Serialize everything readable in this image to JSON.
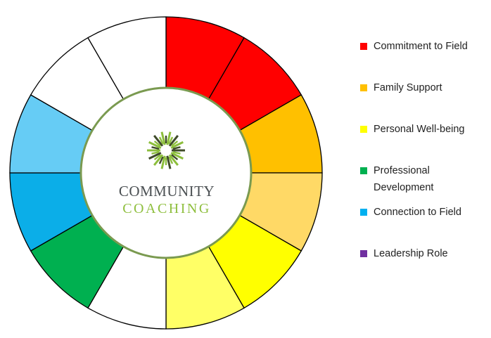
{
  "logo": {
    "line1": "COMMUNITY",
    "line2": "COACHING",
    "colors": {
      "text_dark": "#4a4f52",
      "text_green": "#8fbf3f",
      "burst_dark": "#3f4a2a",
      "burst_green": "#8cbe3c"
    }
  },
  "wheel": {
    "segments": [
      {
        "color": "#ff0000",
        "category": "Commitment to Field"
      },
      {
        "color": "#ff0000",
        "category": "Commitment to Field"
      },
      {
        "color": "#ffc000",
        "category": "Family Support"
      },
      {
        "color": "#ffd966",
        "category": "Family Support"
      },
      {
        "color": "#ffff00",
        "category": "Personal Well-being"
      },
      {
        "color": "#ffff66",
        "category": "Personal Well-being"
      },
      {
        "color": "#ffffff",
        "category": ""
      },
      {
        "color": "#00b050",
        "category": "Professional Development"
      },
      {
        "color": "#0baee8",
        "category": "Connection to Field"
      },
      {
        "color": "#66ccf5",
        "category": "Connection to Field"
      },
      {
        "color": "#ffffff",
        "category": ""
      },
      {
        "color": "#ffffff",
        "category": ""
      }
    ],
    "ring_color": "#7a9a50",
    "line_color": "#000000"
  },
  "legend": {
    "items": [
      {
        "label_lines": [
          "Commitment to Field"
        ],
        "color": "#ff0000"
      },
      {
        "label_lines": [
          "Family Support"
        ],
        "color": "#ffc000"
      },
      {
        "label_lines": [
          "Personal Well-being"
        ],
        "color": "#ffff00"
      },
      {
        "label_lines": [
          "Professional",
          "Development"
        ],
        "color": "#00b050"
      },
      {
        "label_lines": [
          "Connection to Field"
        ],
        "color": "#00b0f0"
      },
      {
        "label_lines": [
          "Leadership Role"
        ],
        "color": "#7030a0"
      }
    ]
  }
}
